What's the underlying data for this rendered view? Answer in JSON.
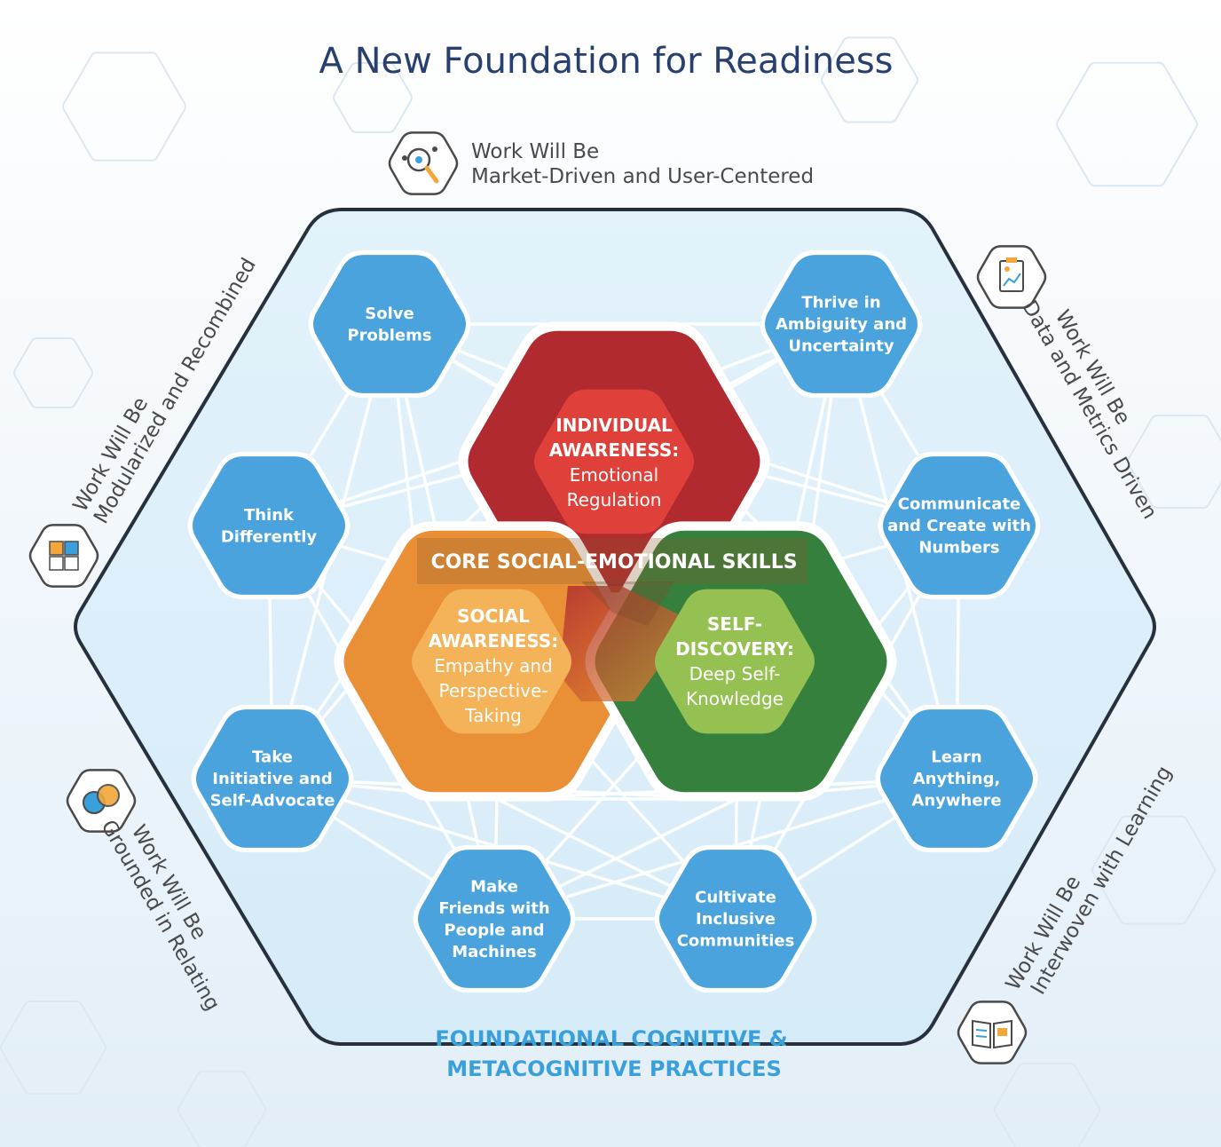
{
  "title": "A New Foundation for Readiness",
  "trends": {
    "top": {
      "lines": [
        "Work Will Be",
        "Market-Driven and User-Centered"
      ],
      "icon": "magnifier-network-icon"
    },
    "upper_right": {
      "lines": [
        "Work Will Be",
        "Data and Metrics Driven"
      ],
      "icon": "clipboard-chart-icon"
    },
    "lower_right": {
      "lines": [
        "Work Will Be",
        "Interwoven with Learning"
      ],
      "icon": "open-book-icon"
    },
    "lower_left": {
      "lines": [
        "Work Will Be",
        "Grounded in Relating"
      ],
      "icon": "speech-bubbles-icon"
    },
    "upper_left": {
      "lines": [
        "Work Will Be",
        "Modularized and Recombined"
      ],
      "icon": "puzzle-pieces-icon"
    }
  },
  "practices": [
    {
      "id": "solve",
      "lines": [
        "Solve",
        "Problems"
      ]
    },
    {
      "id": "thrive",
      "lines": [
        "Thrive in",
        "Ambiguity and",
        "Uncertainty"
      ]
    },
    {
      "id": "think",
      "lines": [
        "Think",
        "Differently"
      ]
    },
    {
      "id": "communicate",
      "lines": [
        "Communicate",
        "and Create with",
        "Numbers"
      ]
    },
    {
      "id": "initiative",
      "lines": [
        "Take",
        "Initiative and",
        "Self-Advocate"
      ]
    },
    {
      "id": "learn",
      "lines": [
        "Learn",
        "Anything,",
        "Anywhere"
      ]
    },
    {
      "id": "friends",
      "lines": [
        "Make",
        "Friends with",
        "People and",
        "Machines"
      ]
    },
    {
      "id": "inclusive",
      "lines": [
        "Cultivate",
        "Inclusive",
        "Communities"
      ]
    }
  ],
  "core": {
    "title": "CORE SOCIAL-EMOTIONAL SKILLS",
    "individual": {
      "lines": [
        "INDIVIDUAL",
        "AWARENESS:",
        "Emotional",
        "Regulation"
      ]
    },
    "social": {
      "lines": [
        "SOCIAL",
        "AWARENESS:",
        "Empathy and",
        "Perspective-",
        "Taking"
      ]
    },
    "self": {
      "lines": [
        "SELF-",
        "DISCOVERY:",
        "Deep Self-",
        "Knowledge"
      ]
    }
  },
  "foundational": {
    "lines": [
      "FOUNDATIONAL COGNITIVE &",
      "METACOGNITIVE PRACTICES"
    ]
  },
  "colors": {
    "practice_blue": "#4aa3dc",
    "red_outer": "#b02a30",
    "red_inner": "#e0403a",
    "orange_outer": "#e98f36",
    "orange_inner": "#f4b259",
    "green_outer": "#36803e",
    "green_inner": "#94c152",
    "title_navy": "#27406f",
    "foundational_blue": "#3aa0dc"
  }
}
